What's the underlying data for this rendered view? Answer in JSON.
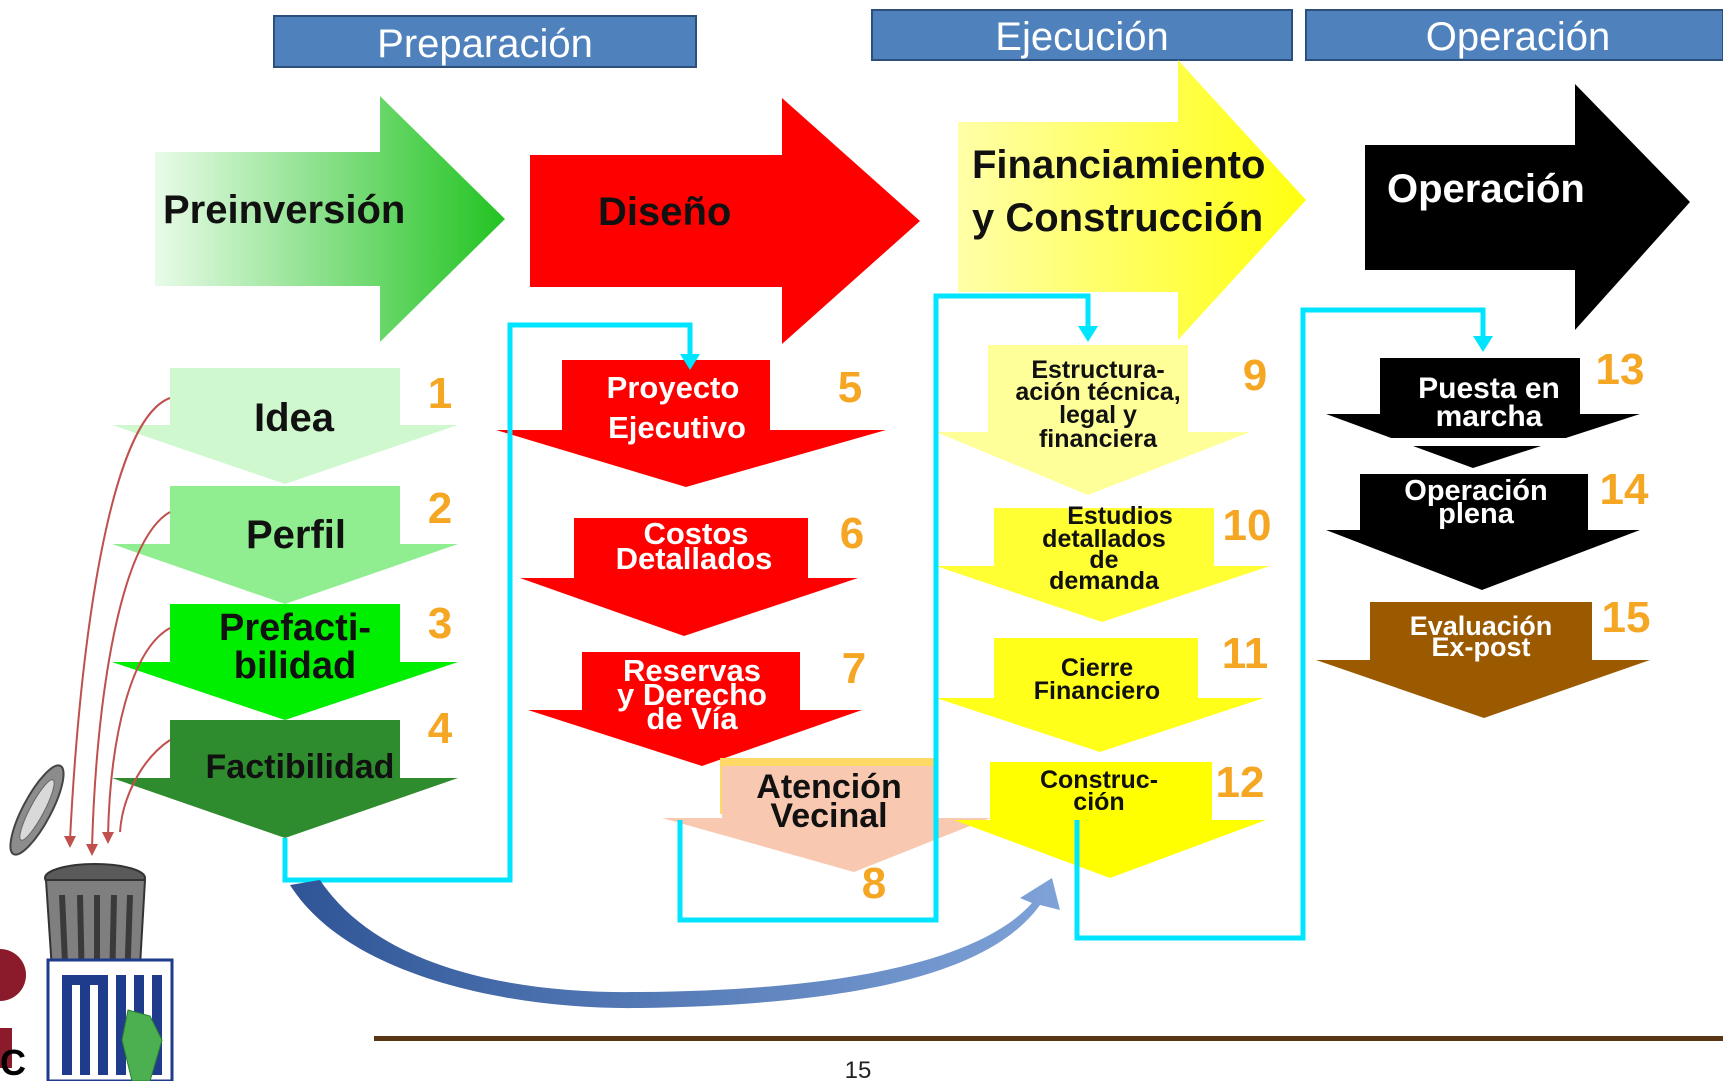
{
  "phase_headers": {
    "preparacion": "Preparación",
    "ejecucion": "Ejecución",
    "operacion": "Operación"
  },
  "stages": {
    "preinversion": "Preinversión",
    "diseno": "Diseño",
    "financiamiento_1": "Financiamiento",
    "financiamiento_2": "y Construcción",
    "operacion": "Operación"
  },
  "steps": {
    "s1": {
      "label": "Idea",
      "num": "1"
    },
    "s2": {
      "label": "Perfil",
      "num": "2"
    },
    "s3": {
      "line1": "Prefacti-",
      "line2": "bilidad",
      "num": "3"
    },
    "s4": {
      "label": "Factibilidad",
      "num": "4"
    },
    "s5": {
      "line1": "Proyecto",
      "line2": "Ejecutivo",
      "num": "5"
    },
    "s6": {
      "line1": "Costos",
      "line2": "Detallados",
      "num": "6"
    },
    "s7": {
      "line1": "Reservas",
      "line2": "y Derecho",
      "line3": "de Vía",
      "num": "7"
    },
    "s8": {
      "line1": "Atención",
      "line2": "Vecinal",
      "num": "8"
    },
    "s9": {
      "line1": "Estructura-",
      "line2": "ación técnica,",
      "line3": "legal y",
      "line4": "financiera",
      "num": "9"
    },
    "s10": {
      "line1": "Estudios",
      "line2": "detallados",
      "line3": "de",
      "line4": "demanda",
      "num": "10"
    },
    "s11": {
      "line1": "Cierre",
      "line2": "Financiero",
      "num": "11"
    },
    "s12": {
      "line1": "Construc-",
      "line2": "ción",
      "num": "12"
    },
    "s13": {
      "line1": "Puesta en",
      "line2": "marcha",
      "num": "13"
    },
    "s14": {
      "line1": "Operación",
      "line2": "plena",
      "num": "14"
    },
    "s15": {
      "line1": "Evaluación",
      "line2": "Ex-post",
      "num": "15"
    }
  },
  "footer": {
    "page_number": "15"
  },
  "colors": {
    "header_blue": "#4f81bd",
    "preinversion_green": "#33cc33",
    "diseno_red": "#ff0000",
    "financiamiento_yellow": "#ffff00",
    "operacion_black": "#000000",
    "connector_cyan": "#00e5ff",
    "ex_post_brown": "#9c5a00",
    "number_orange": "#f5a623",
    "footer_line": "#5a3514"
  }
}
